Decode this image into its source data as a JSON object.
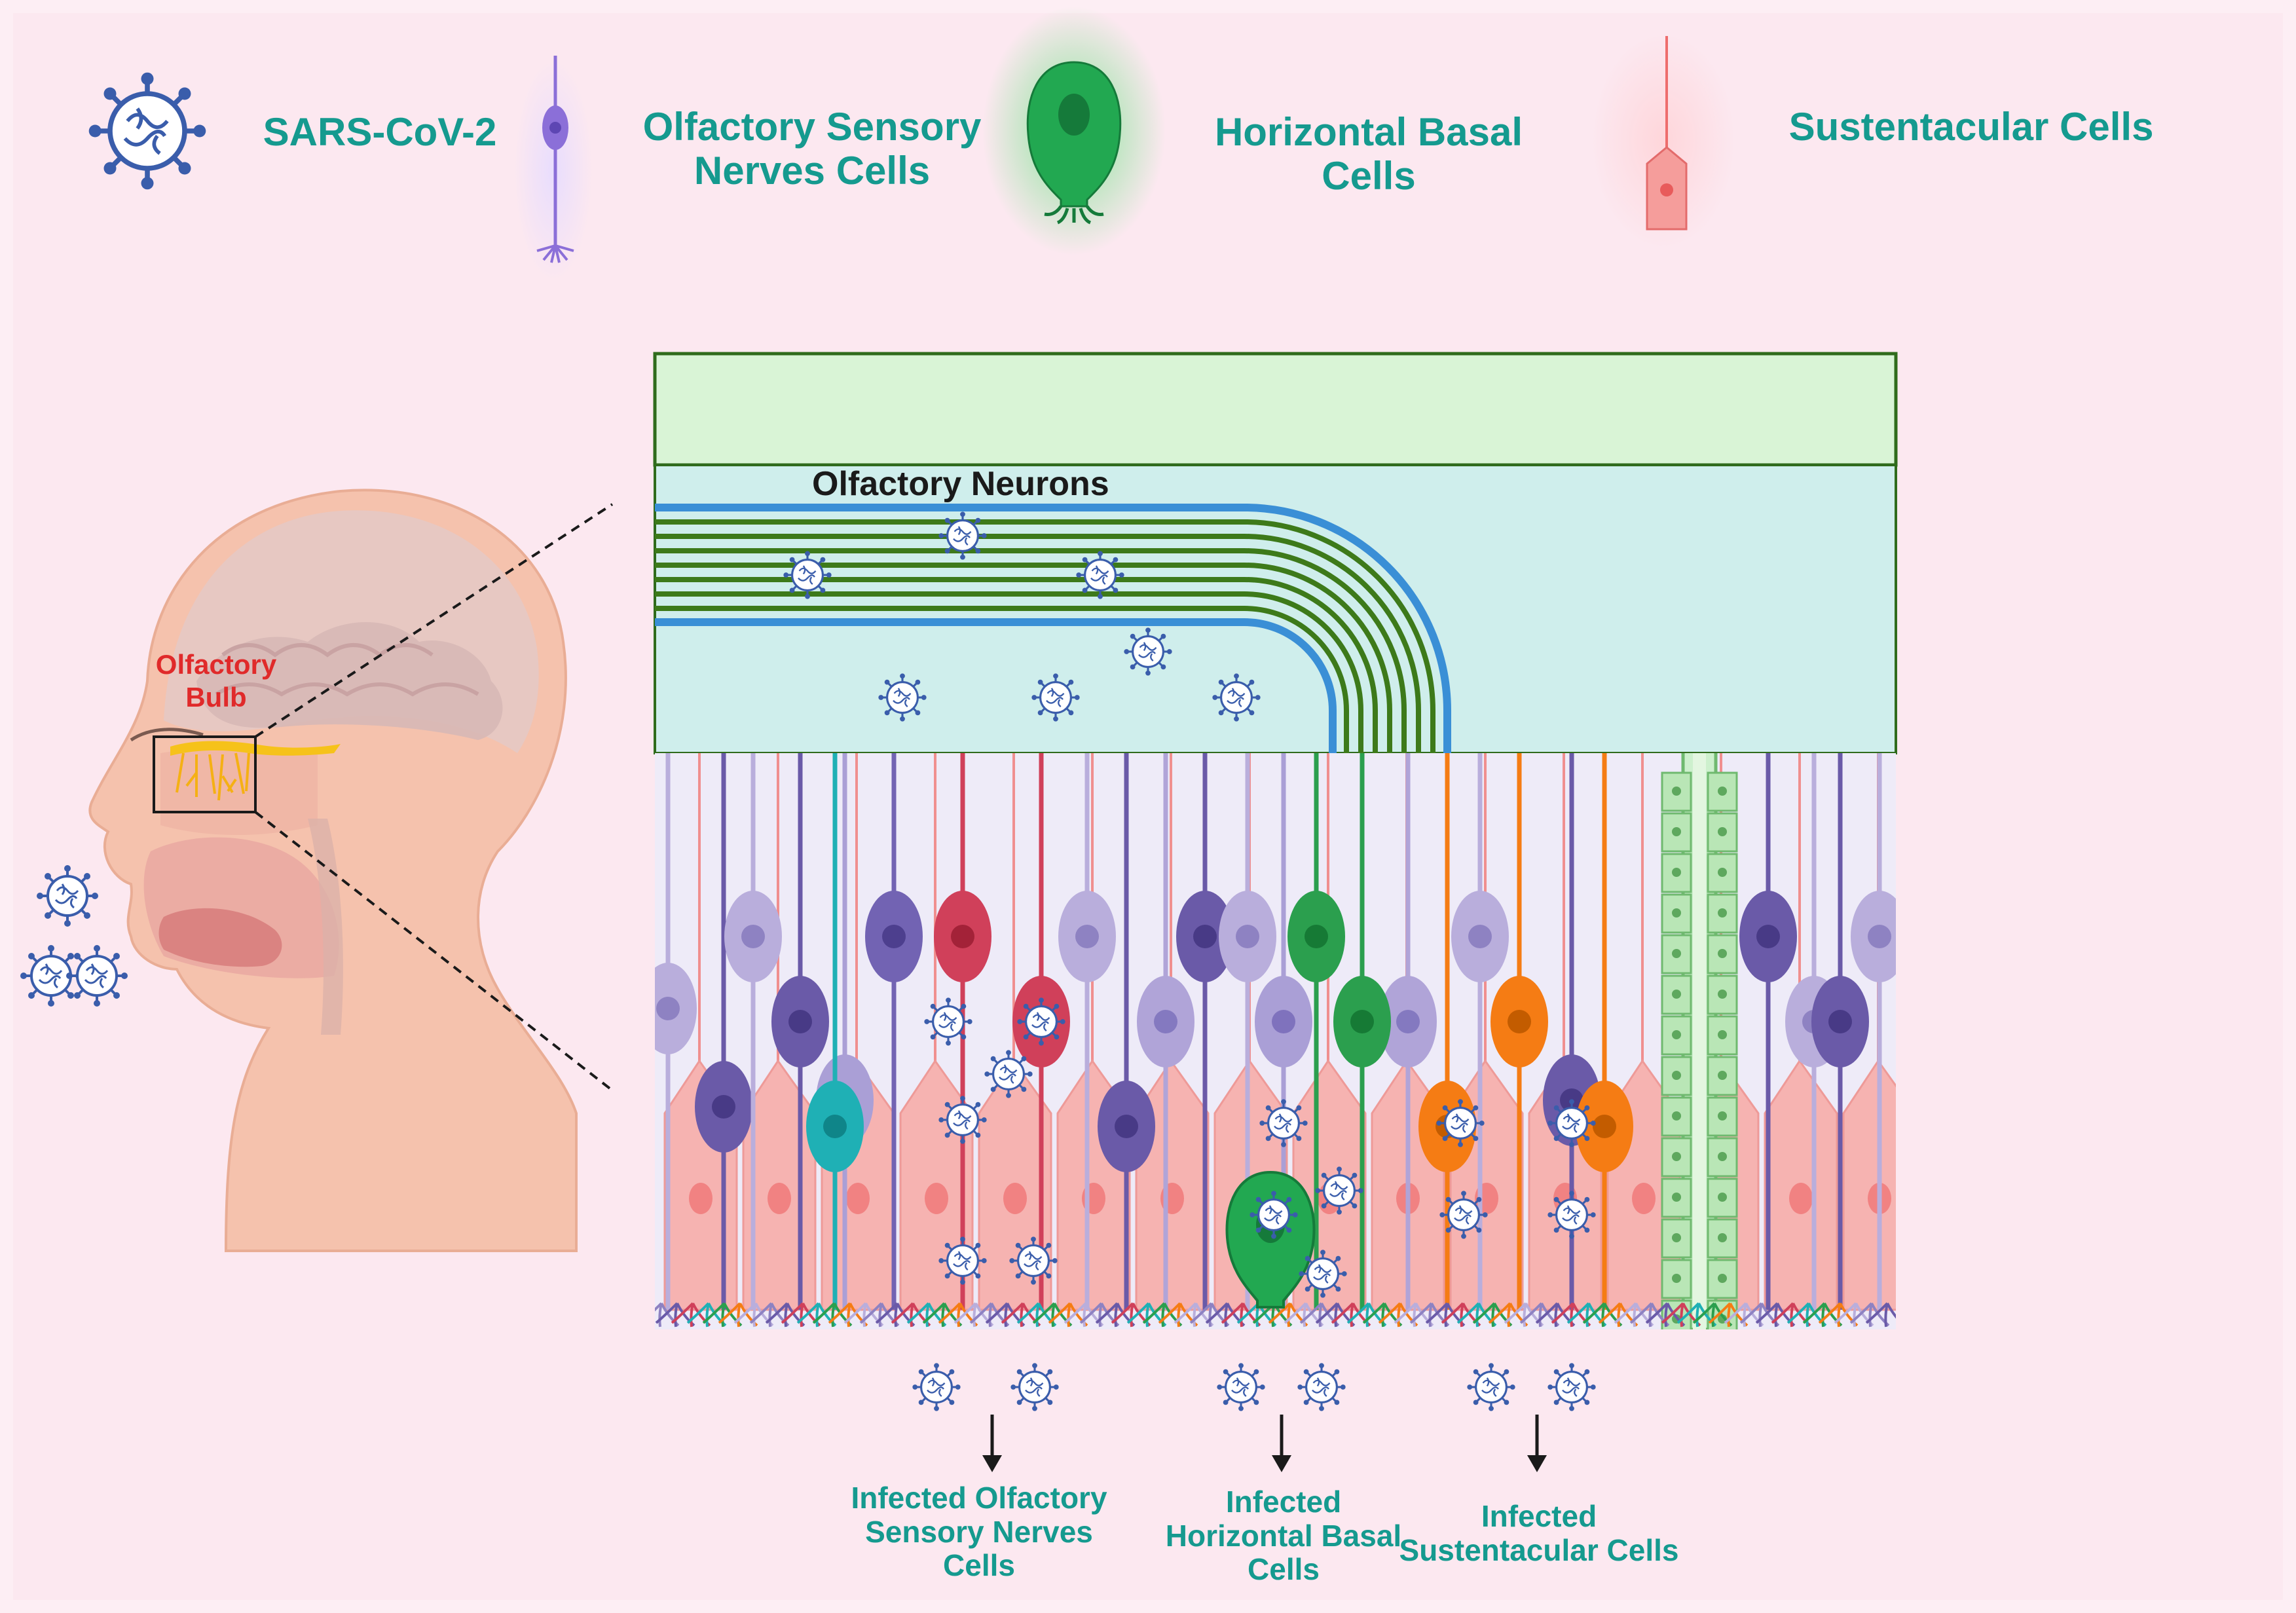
{
  "legend": [
    {
      "label": "SARS-CoV-2",
      "icon": "virus-icon",
      "color": "#3a5dab"
    },
    {
      "label": "Olfactory Sensory\nNerves Cells",
      "icon": "olfactory-neuron-icon",
      "color": "#8b6fd8"
    },
    {
      "label": "Horizontal Basal Cells",
      "icon": "basal-cell-icon",
      "color": "#1e9e4a"
    },
    {
      "label": "Sustentacular Cells",
      "icon": "sustentacular-cell-icon",
      "color": "#f29a9a"
    }
  ],
  "head": {
    "olfactory_bulb_label": "Olfactory\nBulb"
  },
  "epithelium": {
    "neurons_label": "Olfactory Neurons"
  },
  "outcomes": [
    {
      "label": "Infected Olfactory\nSensory Nerves\nCells"
    },
    {
      "label": "Infected\nHorizontal Basal\nCells"
    },
    {
      "label": "Infected\nSustentacular Cells"
    }
  ],
  "colors": {
    "background": "#fdeef4",
    "label_teal": "#159a8f",
    "virus": "#3a5dab",
    "neuron_purple": "#6a5aa8",
    "infected_neuron_red": "#d0405a",
    "basal_green": "#1e9e4a",
    "sustentacular_pink": "#f6b3b1",
    "infected_orange": "#f57c14",
    "mucus_green": "#d9f4d6",
    "lamina_cyan": "#cfeeec",
    "axon_green": "#3d7a1a",
    "nerve_sheath_blue": "#3a8fd6"
  }
}
